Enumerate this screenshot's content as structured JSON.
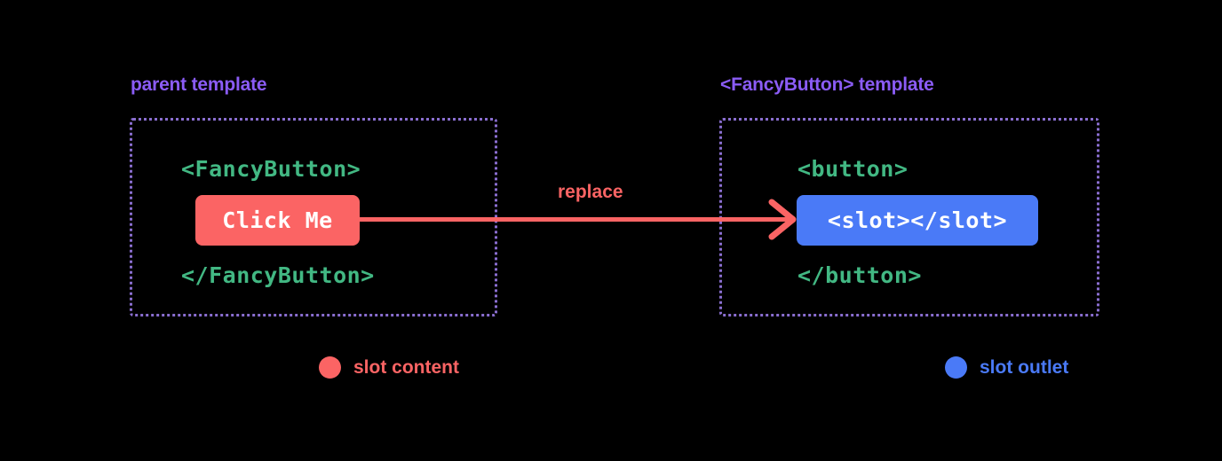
{
  "diagram": {
    "background_color": "#000000",
    "accent_colors": {
      "title_purple": "#8b5cf6",
      "border_purple": "#8a6ed0",
      "code_green": "#42b883",
      "slot_content_coral": "#fb6464",
      "slot_outlet_blue": "#4a7af7",
      "chip_text": "#ffffff"
    }
  },
  "panels": {
    "parent": {
      "title": "parent template",
      "code_open": "<FancyButton>",
      "chip": "Click Me",
      "code_close": "</FancyButton>"
    },
    "child": {
      "title": "<FancyButton> template",
      "code_open": "<button>",
      "chip": "<slot></slot>",
      "code_close": "</button>"
    }
  },
  "arrow": {
    "label": "replace"
  },
  "legend": [
    {
      "label": "slot content",
      "color": "#fb6464",
      "icon": "circle-icon"
    },
    {
      "label": "slot outlet",
      "color": "#4a7af7",
      "icon": "circle-icon"
    }
  ]
}
